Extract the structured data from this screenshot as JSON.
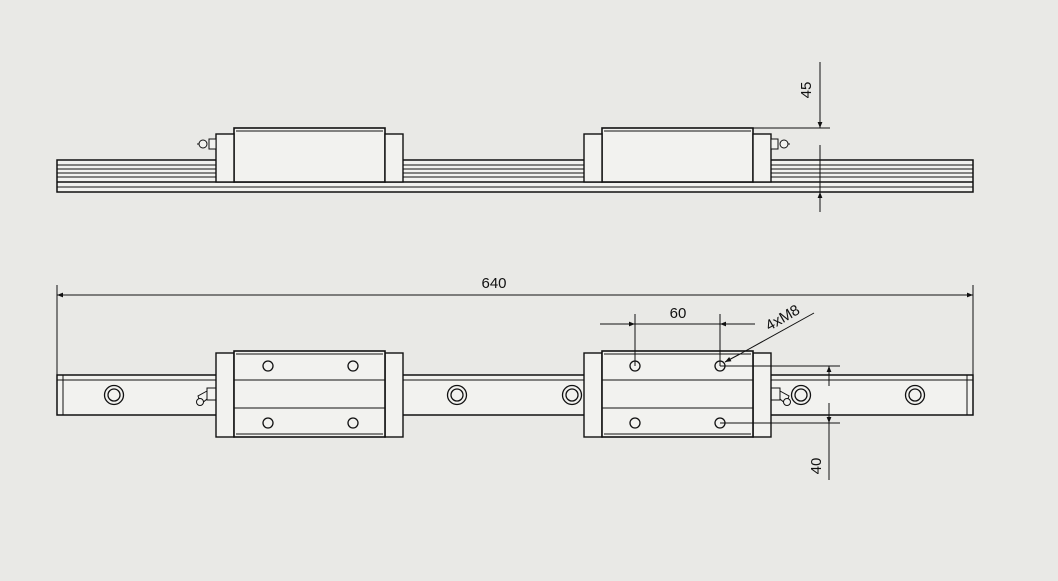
{
  "colors": {
    "background": "#e9e9e6",
    "line": "#111111",
    "part_fill": "#f2f2ef"
  },
  "dimensions": {
    "height_label": "45",
    "length_label": "640",
    "hole_pitch_label": "60",
    "hole_callout_label": "4xM8",
    "hole_spacing_label": "40"
  }
}
